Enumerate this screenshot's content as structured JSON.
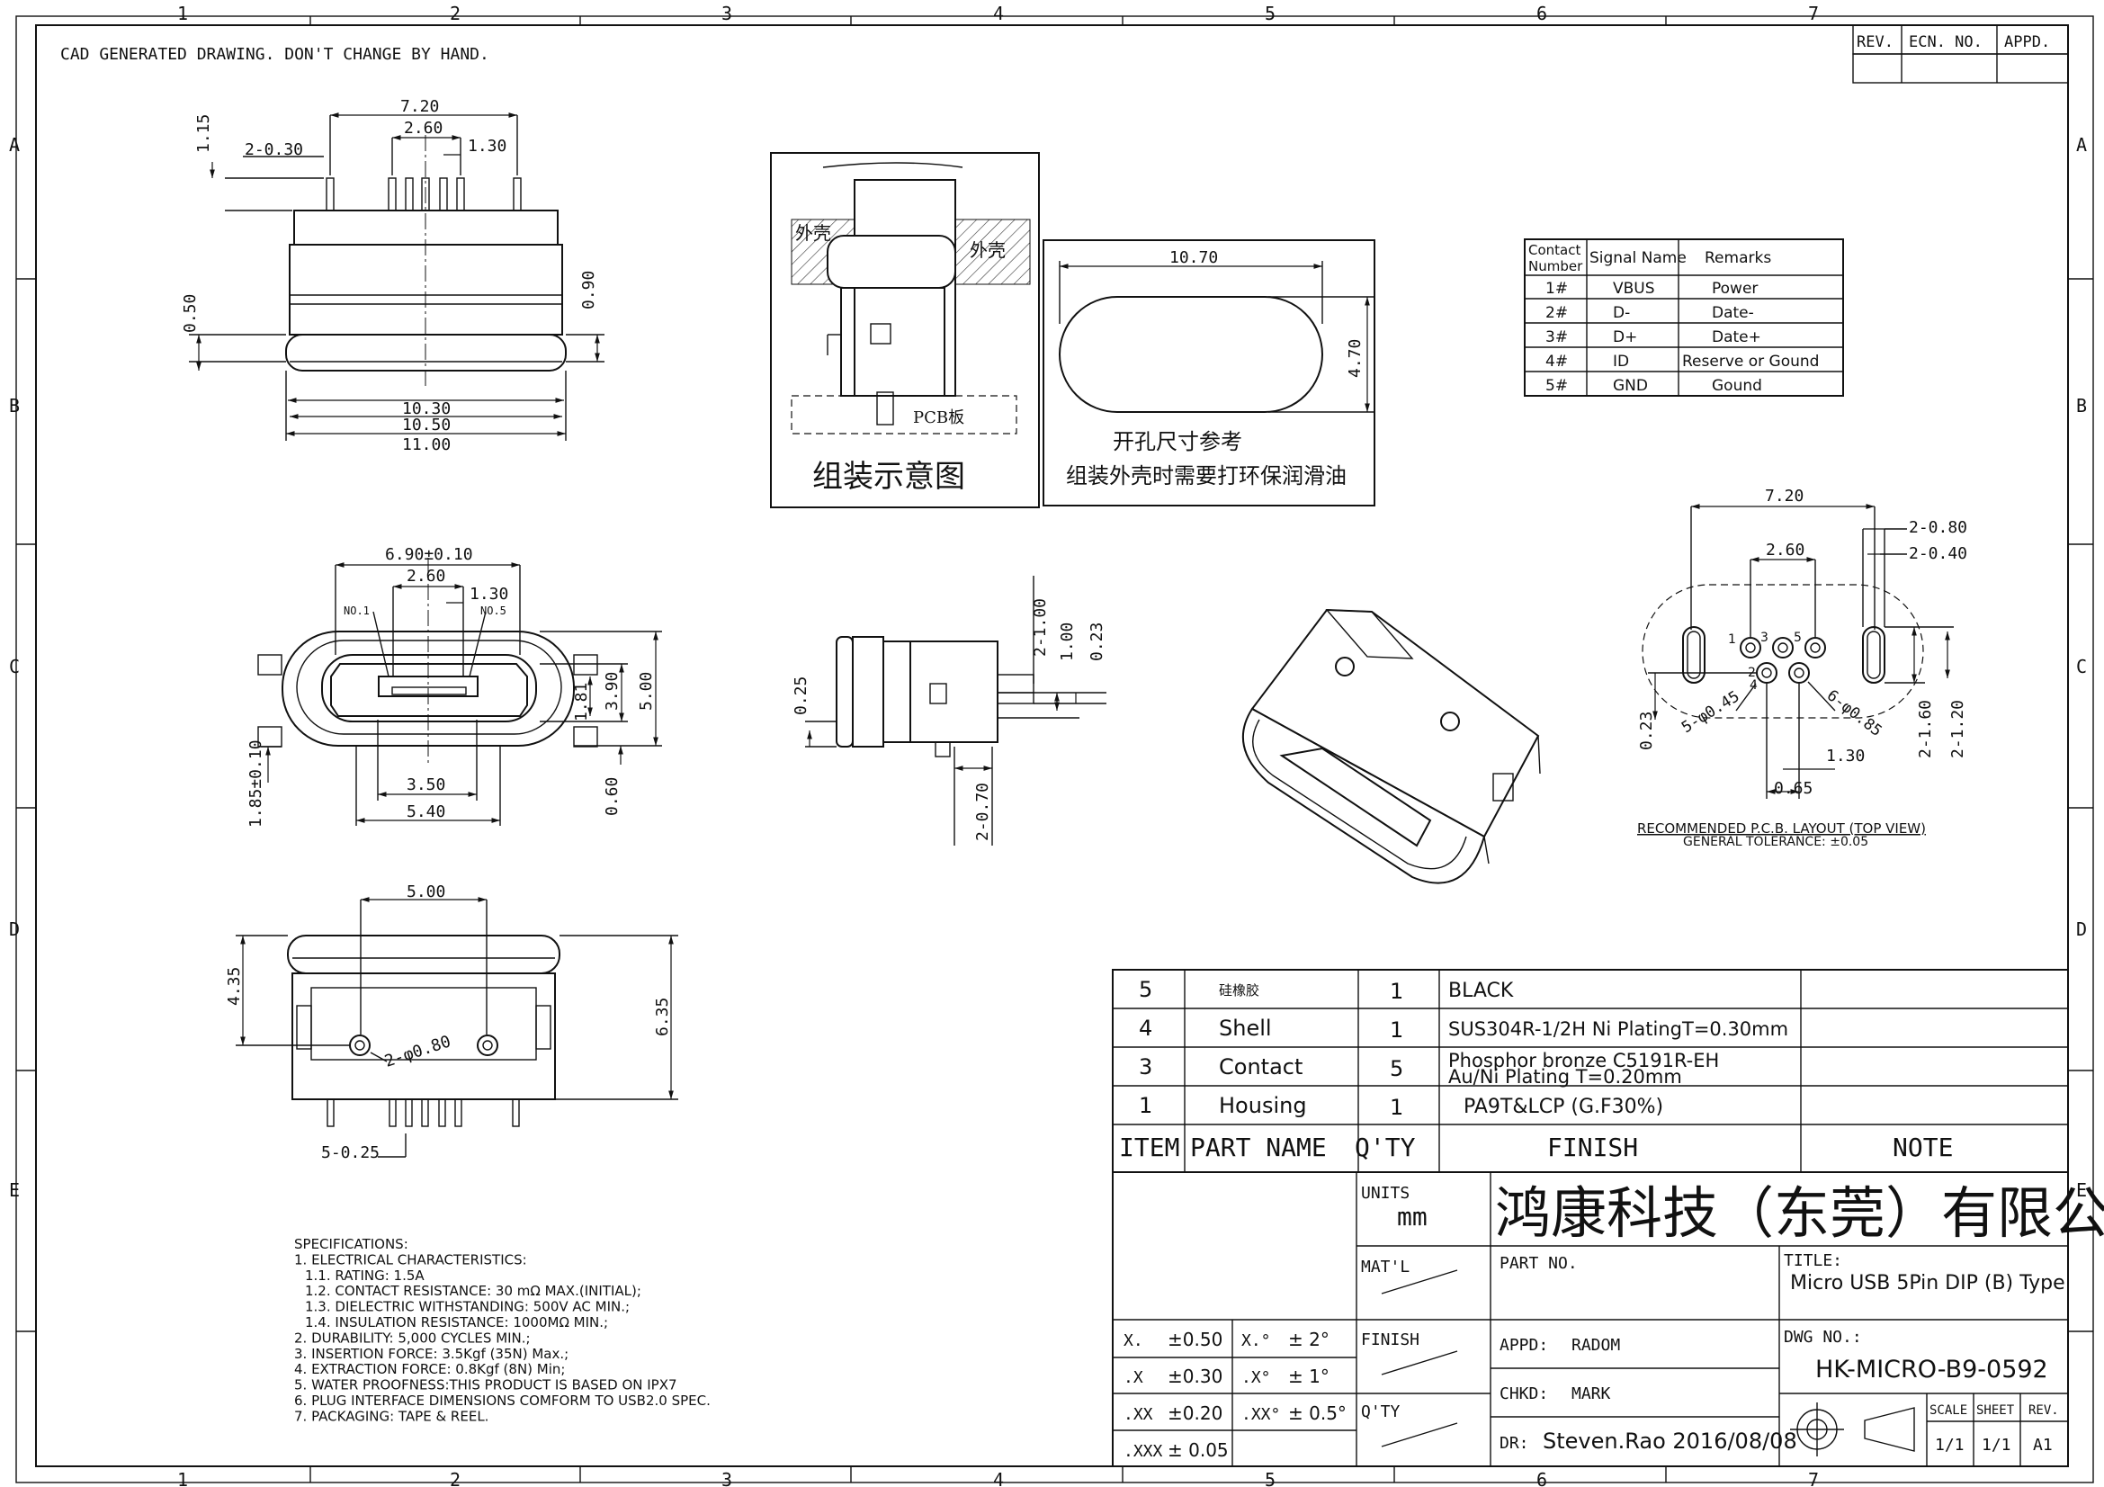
{
  "frame": {
    "columns": [
      "1",
      "2",
      "3",
      "4",
      "5",
      "6",
      "7"
    ],
    "rows": [
      "A",
      "B",
      "C",
      "D",
      "E"
    ]
  },
  "header_note": "CAD GENERATED DRAWING. DON'T CHANGE BY HAND.",
  "revision_block": {
    "rev": "REV.",
    "ecn": "ECN. NO.",
    "appd": "APPD."
  },
  "front_view": {
    "dims": {
      "w_top": "7.20",
      "pitch_outer": "2.60",
      "pitch_inner": "1.30",
      "pin_w": "2-0.30",
      "pin_h": "1.15",
      "left_v": "0.50",
      "right_v": "0.90",
      "w1": "10.30",
      "w2": "10.50",
      "w3": "11.00"
    }
  },
  "assembly_diagram": {
    "shell_left": "外壳",
    "shell_right": "外壳",
    "pcb": "PCB板",
    "caption": "组装示意图"
  },
  "cutout_diagram": {
    "width": "10.70",
    "height": "4.70",
    "caption1": "开孔尺寸参考",
    "caption2": "组装外壳时需要打环保润滑油"
  },
  "pin_table": {
    "headers": [
      "Contact Number",
      "Signal Name",
      "Remarks"
    ],
    "rows": [
      {
        "num": "1#",
        "signal": "VBUS",
        "remark": "Power"
      },
      {
        "num": "2#",
        "signal": "D-",
        "remark": "Date-"
      },
      {
        "num": "3#",
        "signal": "D+",
        "remark": "Date+"
      },
      {
        "num": "4#",
        "signal": "ID",
        "remark": "Reserve or Gound"
      },
      {
        "num": "5#",
        "signal": "GND",
        "remark": "Gound"
      }
    ]
  },
  "face_view": {
    "dims": {
      "outer": "6.90±0.10",
      "pitch_outer": "2.60",
      "pitch_inner": "1.30",
      "no1": "NO.1",
      "no5": "NO.5",
      "h_inner": "1.81",
      "h_mid": "3.90",
      "h_outer": "5.00",
      "w_mid": "3.50",
      "w_outer": "5.40",
      "left_v": "1.85±0.10",
      "bottom_r": "0.60"
    }
  },
  "side_view": {
    "dims": {
      "pin_a": "2-1.00",
      "pin_b": "1.00",
      "pin_c": "0.23",
      "left": "0.25",
      "bottom": "2-0.70"
    }
  },
  "pcb_layout": {
    "dims": {
      "w": "7.20",
      "slot_w": "2-0.80",
      "slot_h": "2-0.40",
      "pitch": "2.60",
      "hole_small": "5-φ0.45",
      "hole_big": "6-φ0.85",
      "pitch_inner": "1.30",
      "offset": "0.65",
      "v1": "0.23",
      "v2": "2-1.60",
      "v3": "2-1.20"
    },
    "pin_numbers": [
      "1",
      "2",
      "3",
      "4",
      "5"
    ],
    "caption": "RECOMMENDED P.C.B. LAYOUT (TOP VIEW)",
    "tolerance": "GENERAL TOLERANCE: ±0.05"
  },
  "bottom_view": {
    "dims": {
      "w": "5.00",
      "h_left": "4.35",
      "h_right": "6.35",
      "holes": "2-φ0.80",
      "pins": "5-0.25"
    }
  },
  "bom": {
    "rows": [
      {
        "item": "5",
        "part": "硅橡胶",
        "qty": "1",
        "finish": "BLACK",
        "note": ""
      },
      {
        "item": "4",
        "part": "Shell",
        "qty": "1",
        "finish": "SUS304R-1/2H  Ni  PlatingT=0.30mm",
        "note": ""
      },
      {
        "item": "3",
        "part": "Contact",
        "qty": "5",
        "finish": "Phosphor bronze C5191R-EH",
        "finish2": "Au/Ni  Plating  T=0.20mm",
        "note": ""
      },
      {
        "item": "1",
        "part": "Housing",
        "qty": "1",
        "finish": "PA9T&LCP (G.F30%)",
        "note": ""
      }
    ],
    "headers": {
      "item": "ITEM",
      "part": "PART  NAME",
      "qty": "Q'TY",
      "finish": "FINISH",
      "note": "NOTE"
    }
  },
  "title_block": {
    "units_label": "UNITS",
    "units": "mm",
    "company": "鸿康科技（东莞）有限公司",
    "matl": "MAT'L",
    "part_no": "PART  NO.",
    "title_label": "TITLE:",
    "title": "Micro USB 5Pin  DIP (B) Type",
    "finish": "FINISH",
    "qty": "Q'TY",
    "appd_label": "APPD:",
    "appd": "RADOM",
    "chkd_label": "CHKD:",
    "chkd": "MARK",
    "dr_label": "DR:",
    "dr": "Steven.Rao  2016/08/08",
    "dwg_label": "DWG NO.:",
    "dwg": "HK-MICRO-B9-0592",
    "scale_label": "SCALE",
    "scale": "1/1",
    "sheet_label": "SHEET",
    "sheet": "1/1",
    "rev_label": "REV.",
    "rev": "A1",
    "tolerances": [
      {
        "lin": "X.",
        "lin_v": "±0.50",
        "ang": "X.°",
        "ang_v": "± 2°"
      },
      {
        "lin": ".X",
        "lin_v": "±0.30",
        "ang": ".X°",
        "ang_v": "± 1°"
      },
      {
        "lin": ".XX",
        "lin_v": "±0.20",
        "ang": ".XX°",
        "ang_v": "± 0.5°"
      },
      {
        "lin": ".XXX",
        "lin_v": "± 0.05",
        "ang": "",
        "ang_v": ""
      }
    ]
  },
  "specifications": [
    "SPECIFICATIONS:",
    "1. ELECTRICAL CHARACTERISTICS:",
    "  1.1. RATING: 1.5A",
    "  1.2. CONTACT RESISTANCE: 30 mΩ MAX.(INITIAL);",
    "  1.3. DIELECTRIC WITHSTANDING: 500V AC MIN.;",
    "  1.4. INSULATION RESISTANCE: 1000MΩ MIN.;",
    "2. DURABILITY: 5,000 CYCLES MIN.;",
    "3. INSERTION FORCE: 3.5Kgf (35N) Max.;",
    "4. EXTRACTION FORCE: 0.8Kgf (8N) Min;",
    "5. WATER PROOFNESS:THIS PRODUCT IS BASED ON IPX7",
    "6. PLUG INTERFACE DIMENSIONS COMFORM TO USB2.0 SPEC.",
    "7. PACKAGING: TAPE & REEL."
  ]
}
